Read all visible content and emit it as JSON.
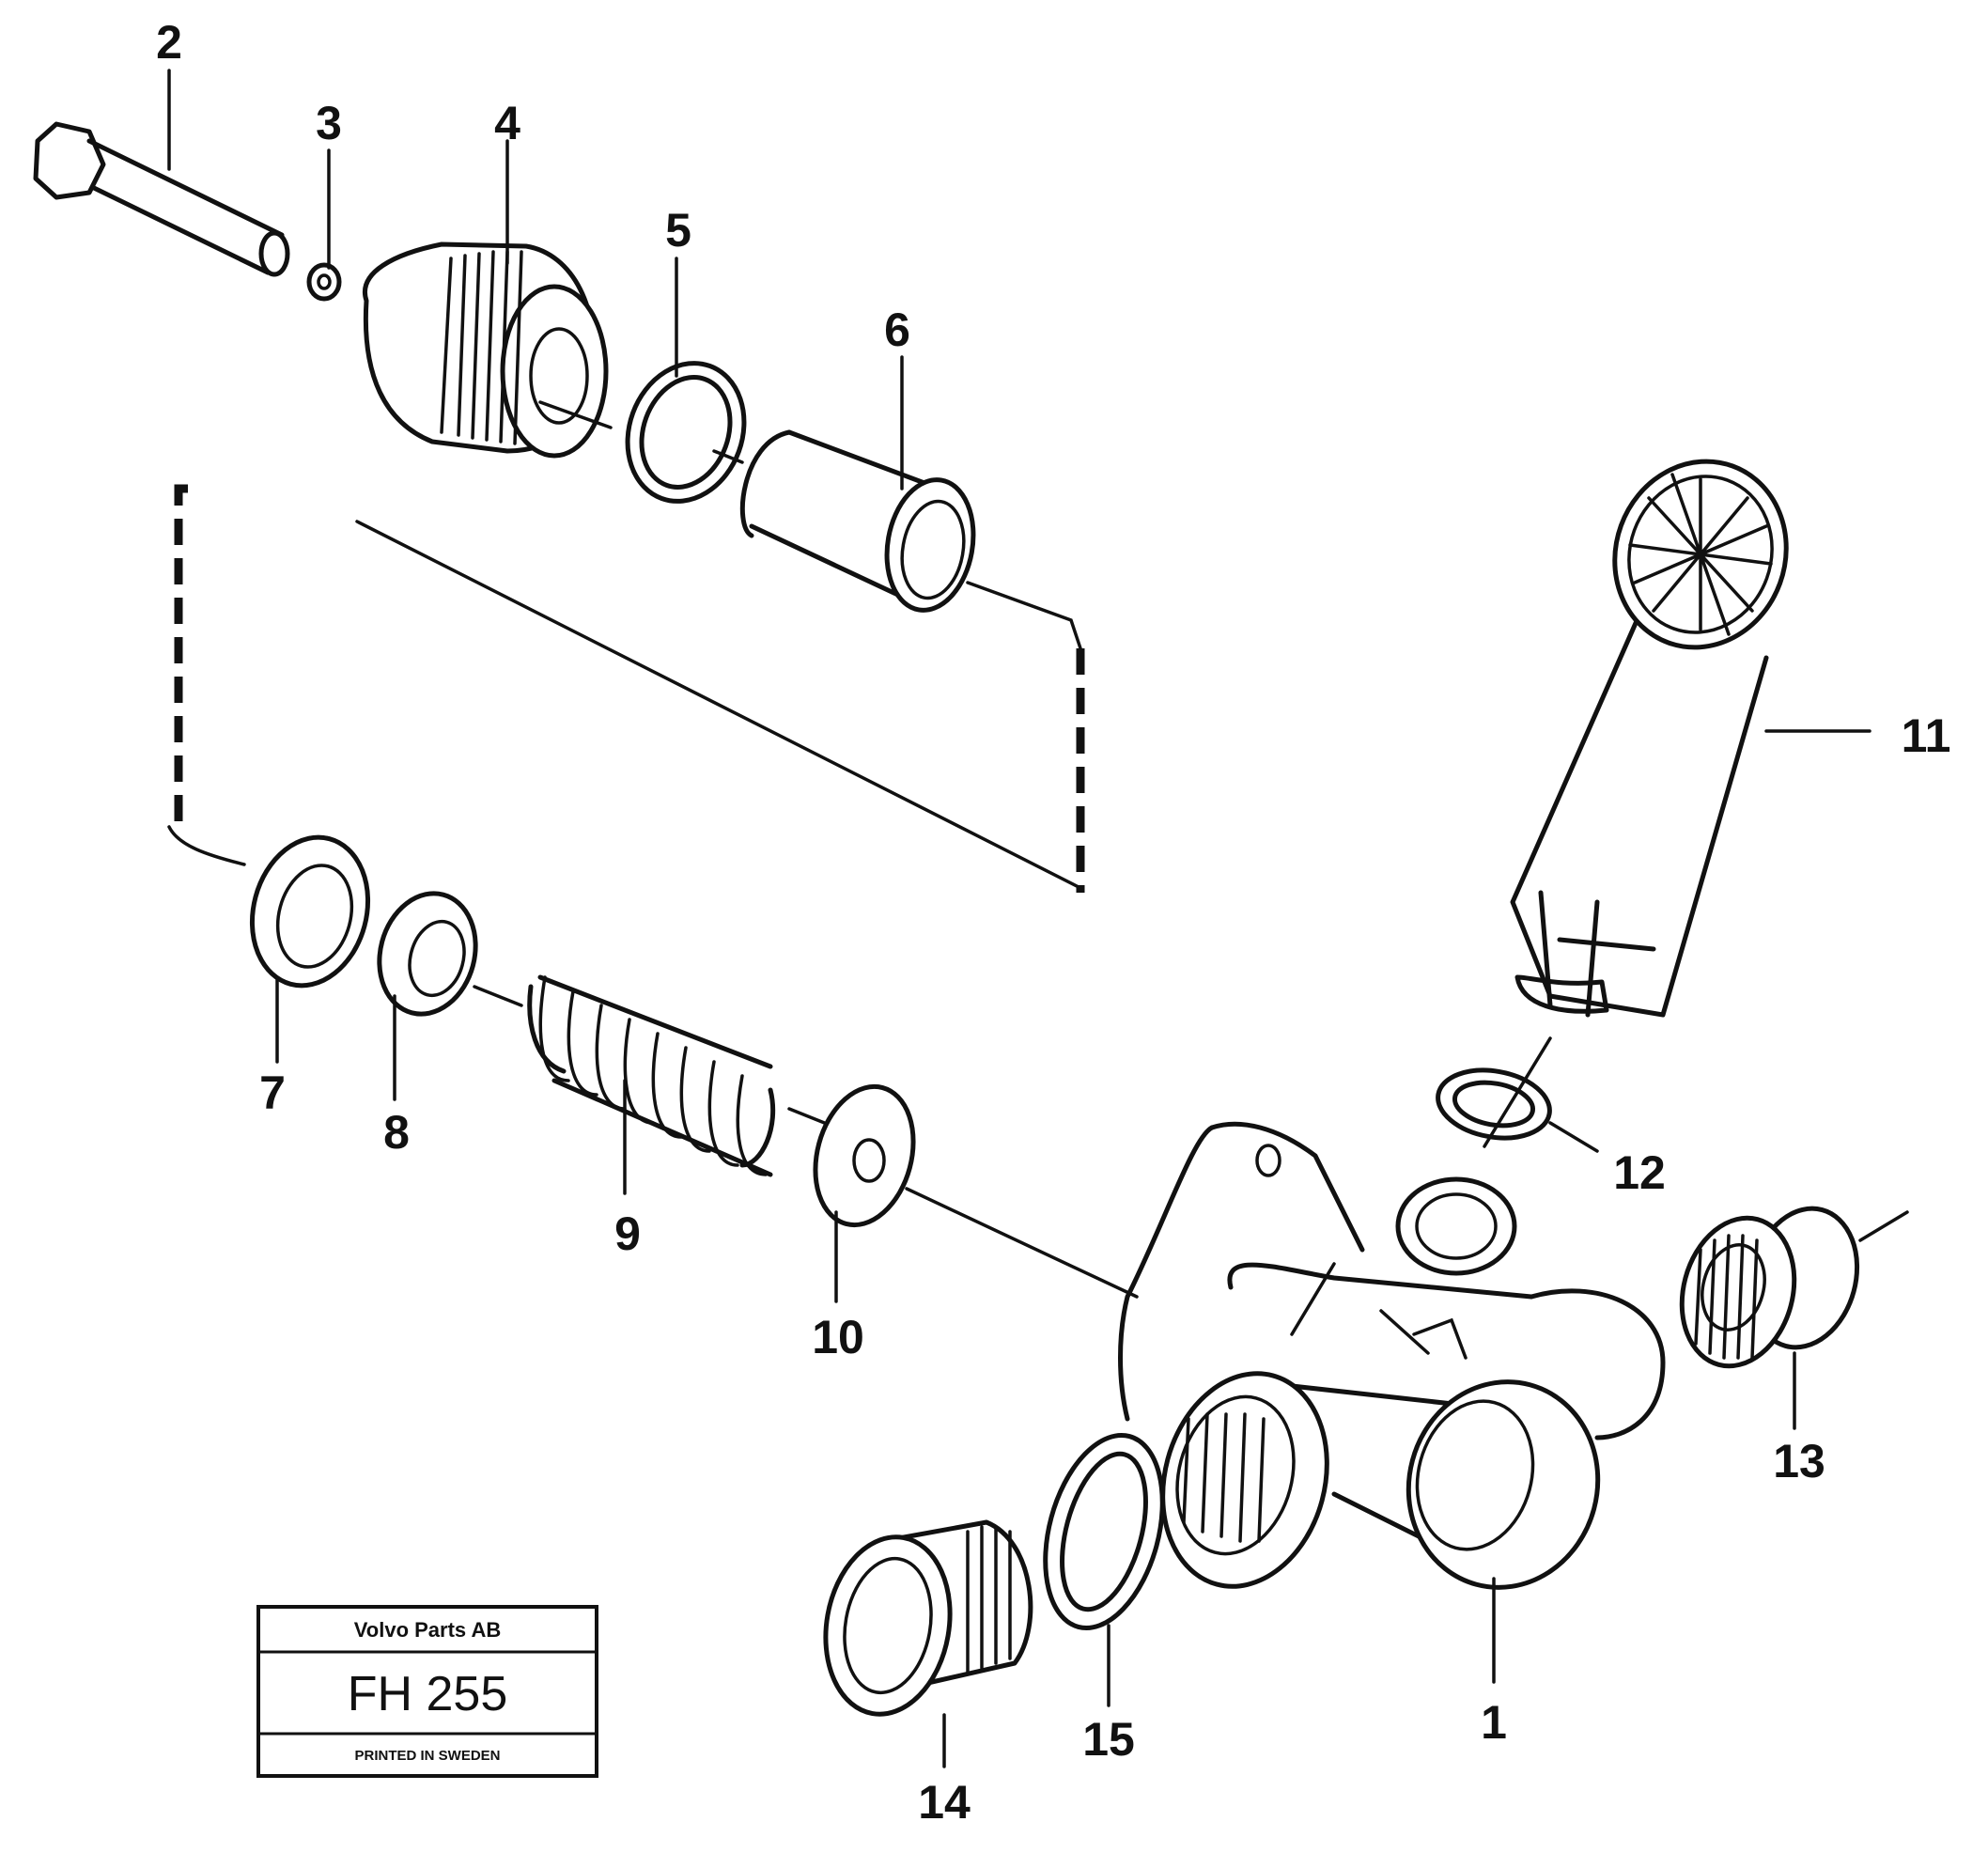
{
  "callouts": [
    "1",
    "2",
    "3",
    "4",
    "5",
    "6",
    "7",
    "8",
    "9",
    "10",
    "11",
    "12",
    "13",
    "14",
    "15"
  ],
  "title_block": {
    "company": "Volvo Parts AB",
    "code": "FH 255",
    "note": "PRINTED IN SWEDEN"
  }
}
